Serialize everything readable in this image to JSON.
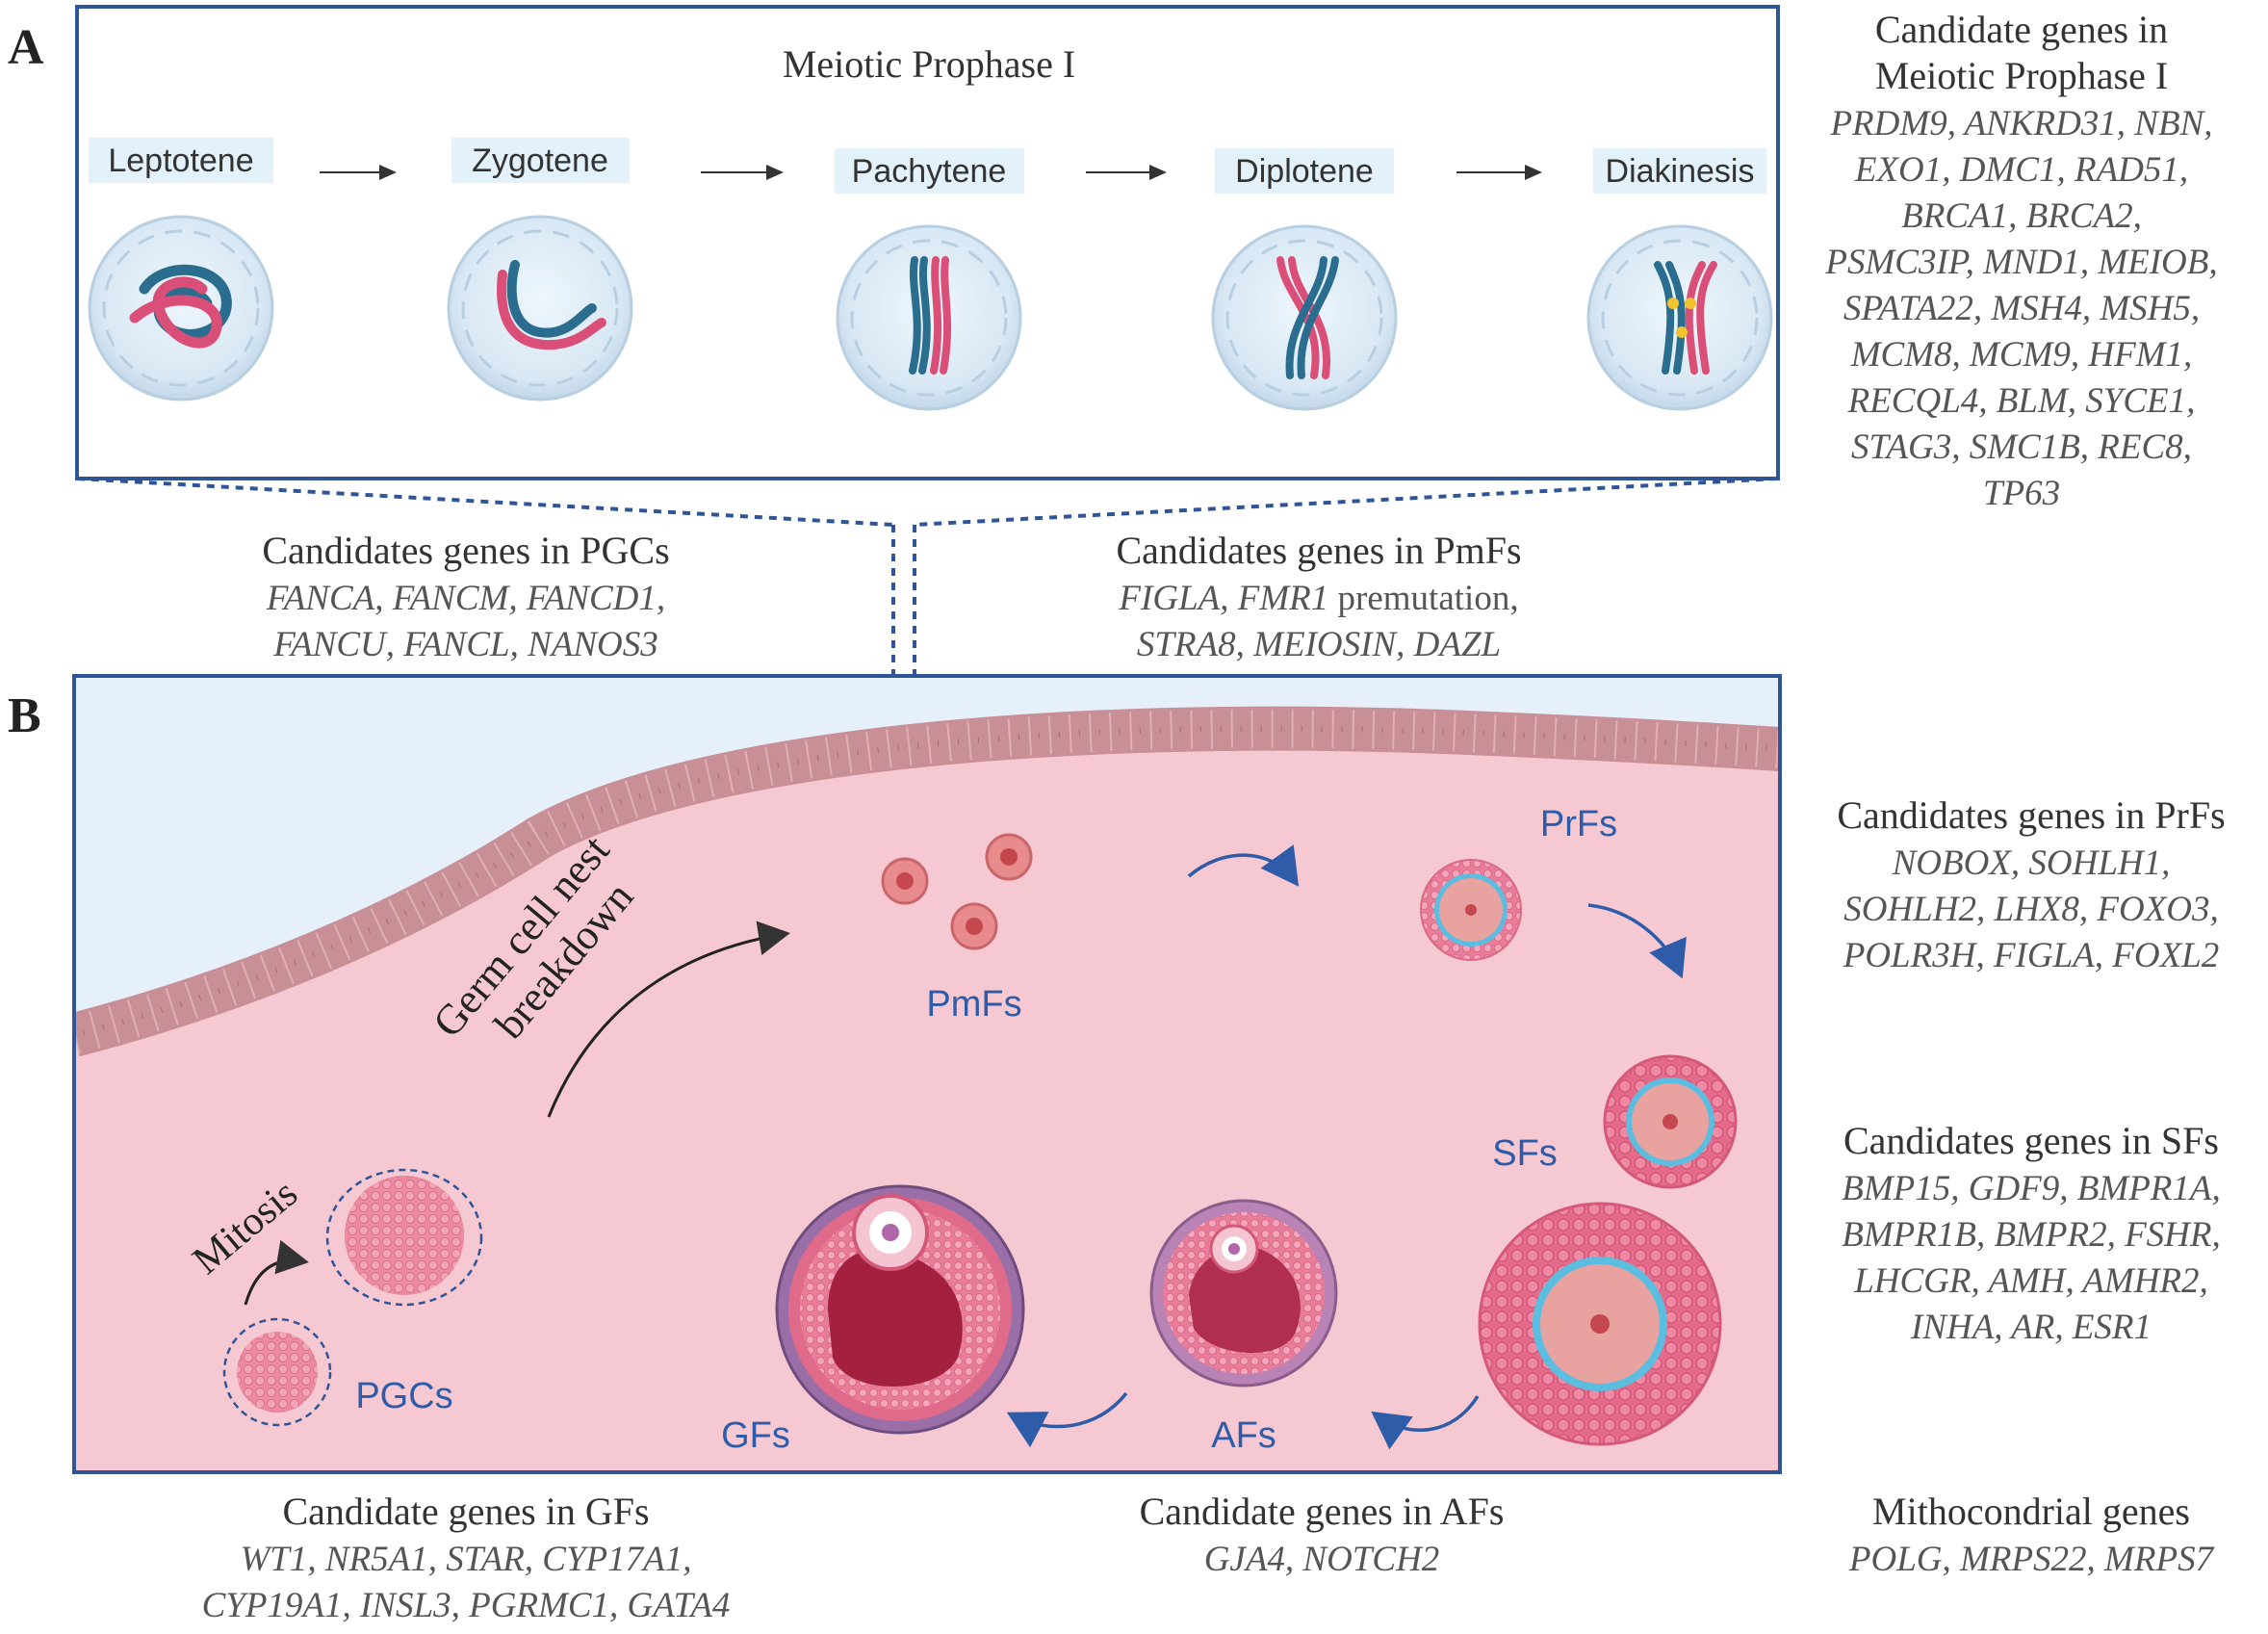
{
  "panel_a": {
    "letter": "A",
    "title": "Meiotic Prophase I",
    "stages": [
      {
        "label": "Leptotene"
      },
      {
        "label": "Zygotene"
      },
      {
        "label": "Pachytene"
      },
      {
        "label": "Diplotene"
      },
      {
        "label": "Diakinesis"
      }
    ]
  },
  "panel_b": {
    "letter": "B",
    "nest_label_line1": "Germ cell nest",
    "nest_label_line2": "breakdown",
    "mitosis_label": "Mitosis",
    "stage_labels": {
      "pgcs": "PGCs",
      "pmfs": "PmFs",
      "prfs": "PrFs",
      "sfs": "SFs",
      "afs": "AFs",
      "gfs": "GFs"
    }
  },
  "gene_blocks": {
    "meiotic": {
      "heading_line1": "Candidate genes in",
      "heading_line2": "Meiotic Prophase I",
      "lines": [
        "PRDM9, ANKRD31, NBN,",
        "EXO1, DMC1, RAD51,",
        "BRCA1, BRCA2,",
        "PSMC3IP,  MND1, MEIOB,",
        "SPATA22, MSH4, MSH5,",
        "MCM8, MCM9, HFM1,",
        "RECQL4, BLM, SYCE1,",
        "STAG3, SMC1B, REC8,",
        "TP63"
      ]
    },
    "pgcs": {
      "heading": "Candidates genes in PGCs",
      "lines": [
        "FANCA, FANCM, FANCD1,",
        "FANCU, FANCL, NANOS3"
      ]
    },
    "pmfs": {
      "heading": "Candidates genes in PmFs",
      "line1_italic_a": "FIGLA, ",
      "line1_italic_b": "FMR1",
      "line1_plain": " premutation,",
      "line2": "STRA8, MEIOSIN, DAZL"
    },
    "prfs": {
      "heading": "Candidates genes in PrFs",
      "lines": [
        "NOBOX, SOHLH1,",
        "SOHLH2, LHX8, FOXO3,",
        "POLR3H, FIGLA, FOXL2"
      ]
    },
    "sfs": {
      "heading": "Candidates genes in SFs",
      "lines": [
        "BMP15, GDF9, BMPR1A,",
        "BMPR1B, BMPR2, FSHR,",
        "LHCGR, AMH, AMHR2,",
        "INHA, AR, ESR1"
      ]
    },
    "gfs": {
      "heading": "Candidate genes in GFs",
      "lines": [
        "WT1, NR5A1, STAR, CYP17A1,",
        "CYP19A1, INSL3, PGRMC1, GATA4"
      ]
    },
    "afs": {
      "heading": "Candidate genes in AFs",
      "lines": [
        "GJA4, NOTCH2"
      ]
    },
    "mito": {
      "heading": "Mithocondrial genes",
      "lines": [
        "POLG, MRPS22, MRPS7"
      ]
    }
  },
  "colors": {
    "frame": "#2f5597",
    "label_blue": "#2e5ca8",
    "tissue": "#f6c9d2",
    "sky": "#e6f0fb",
    "epithelium": "#d9a8ad",
    "stage_label_bg": "#e3f1fa",
    "chrom_pink": "#d94f78",
    "chrom_teal": "#2b6d8f",
    "text_dark": "#333333",
    "text_gene": "#555555"
  }
}
